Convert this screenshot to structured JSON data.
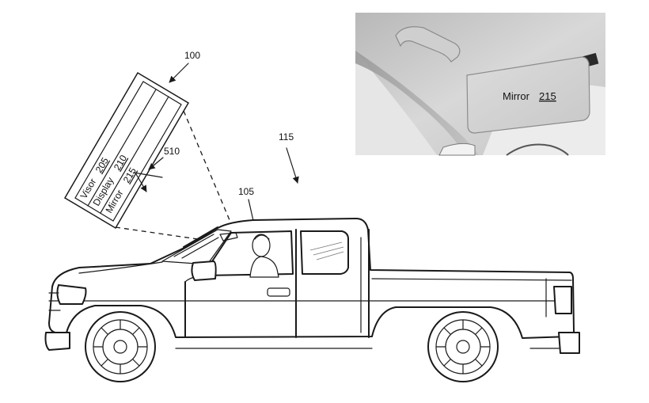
{
  "ref_labels": {
    "system": "100",
    "occupant": "105",
    "vehicle": "115",
    "arrow_510": "510"
  },
  "component_layers": {
    "visor": {
      "name": "Visor",
      "number": "205"
    },
    "display": {
      "name": "Display",
      "number": "210"
    },
    "mirror": {
      "name": "Mirror",
      "number": "215"
    }
  },
  "inset_photo": {
    "mirror_name": "Mirror",
    "mirror_number": "215"
  }
}
